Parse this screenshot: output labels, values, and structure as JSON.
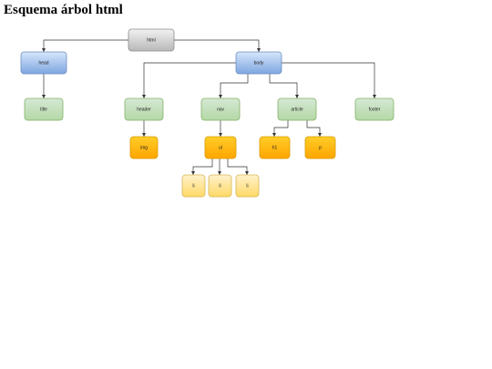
{
  "page": {
    "title": "Esquema árbol html"
  },
  "tree": {
    "nodes": [
      {
        "id": "html",
        "label": "html",
        "style": "gray"
      },
      {
        "id": "head",
        "label": "head",
        "style": "blue"
      },
      {
        "id": "body",
        "label": "body",
        "style": "blue"
      },
      {
        "id": "title",
        "label": "title",
        "style": "green"
      },
      {
        "id": "header",
        "label": "header",
        "style": "green"
      },
      {
        "id": "nav",
        "label": "nav",
        "style": "green"
      },
      {
        "id": "article",
        "label": "article",
        "style": "green"
      },
      {
        "id": "footer",
        "label": "footer",
        "style": "green"
      },
      {
        "id": "img",
        "label": "img",
        "style": "orange"
      },
      {
        "id": "ul",
        "label": "ul",
        "style": "orange"
      },
      {
        "id": "h1",
        "label": "h1",
        "style": "orange"
      },
      {
        "id": "p",
        "label": "p",
        "style": "orange"
      },
      {
        "id": "li1",
        "label": "li",
        "style": "lightorange"
      },
      {
        "id": "li2",
        "label": "li",
        "style": "lightorange"
      },
      {
        "id": "li3",
        "label": "li",
        "style": "lightorange"
      }
    ],
    "edges": [
      {
        "from": "html",
        "to": "head"
      },
      {
        "from": "html",
        "to": "body"
      },
      {
        "from": "head",
        "to": "title"
      },
      {
        "from": "body",
        "to": "header"
      },
      {
        "from": "body",
        "to": "nav"
      },
      {
        "from": "body",
        "to": "article"
      },
      {
        "from": "body",
        "to": "footer"
      },
      {
        "from": "header",
        "to": "img"
      },
      {
        "from": "nav",
        "to": "ul"
      },
      {
        "from": "article",
        "to": "h1"
      },
      {
        "from": "article",
        "to": "p"
      },
      {
        "from": "ul",
        "to": "li1"
      },
      {
        "from": "ul",
        "to": "li2"
      },
      {
        "from": "ul",
        "to": "li3"
      }
    ]
  },
  "colors": {
    "gray": {
      "top": "#f2f2f2",
      "bottom": "#b8b8b8",
      "stroke": "#8c8c8c"
    },
    "blue": {
      "top": "#d6e6fb",
      "bottom": "#7ea6e0",
      "stroke": "#6c8ebf"
    },
    "green": {
      "top": "#d5e8d4",
      "bottom": "#b4d8a6",
      "stroke": "#82b366"
    },
    "orange": {
      "top": "#ffcd28",
      "bottom": "#ffa500",
      "stroke": "#d79b00"
    },
    "lightorange": {
      "top": "#fff2cc",
      "bottom": "#ffd966",
      "stroke": "#d6b656"
    }
  }
}
